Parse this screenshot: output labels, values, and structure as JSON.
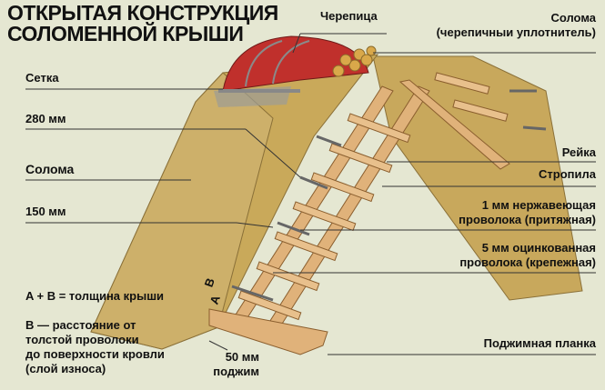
{
  "title": {
    "line1": "ОТКРЫТАЯ КОНСТРУКЦИЯ",
    "line2": "СОЛОМЕННОЙ КРЫШИ"
  },
  "labels": {
    "tile": "Черепица",
    "straw_top": "Солома",
    "straw_top_sub": "(черепичныи уплотнитель)",
    "mesh": "Сетка",
    "mm280": "280 мм",
    "straw": "Солома",
    "mm150": "150 мм",
    "batten": "Рейка",
    "rafters": "Стропила",
    "wire1_line1": "1 мм нержавеющая",
    "wire1_line2": "проволока (притяжная)",
    "wire5_line1": "5 мм оцинкованная",
    "wire5_line2": "проволока (крепежная)",
    "formula": "A + B = толщина крыши",
    "b_line1": "B — расстояние от",
    "b_line2": "толстой проволоки",
    "b_line3": "до поверхности кровли",
    "b_line4": "(слой износа)",
    "press_mm": "50 мм",
    "press": "поджим",
    "press_board": "Поджимная планка",
    "dim_a": "A",
    "dim_b": "B"
  },
  "colors": {
    "background": "#e5e7d2",
    "straw": "#c9a95a",
    "tile": "#c0302c",
    "wood": "#e0b27a"
  }
}
